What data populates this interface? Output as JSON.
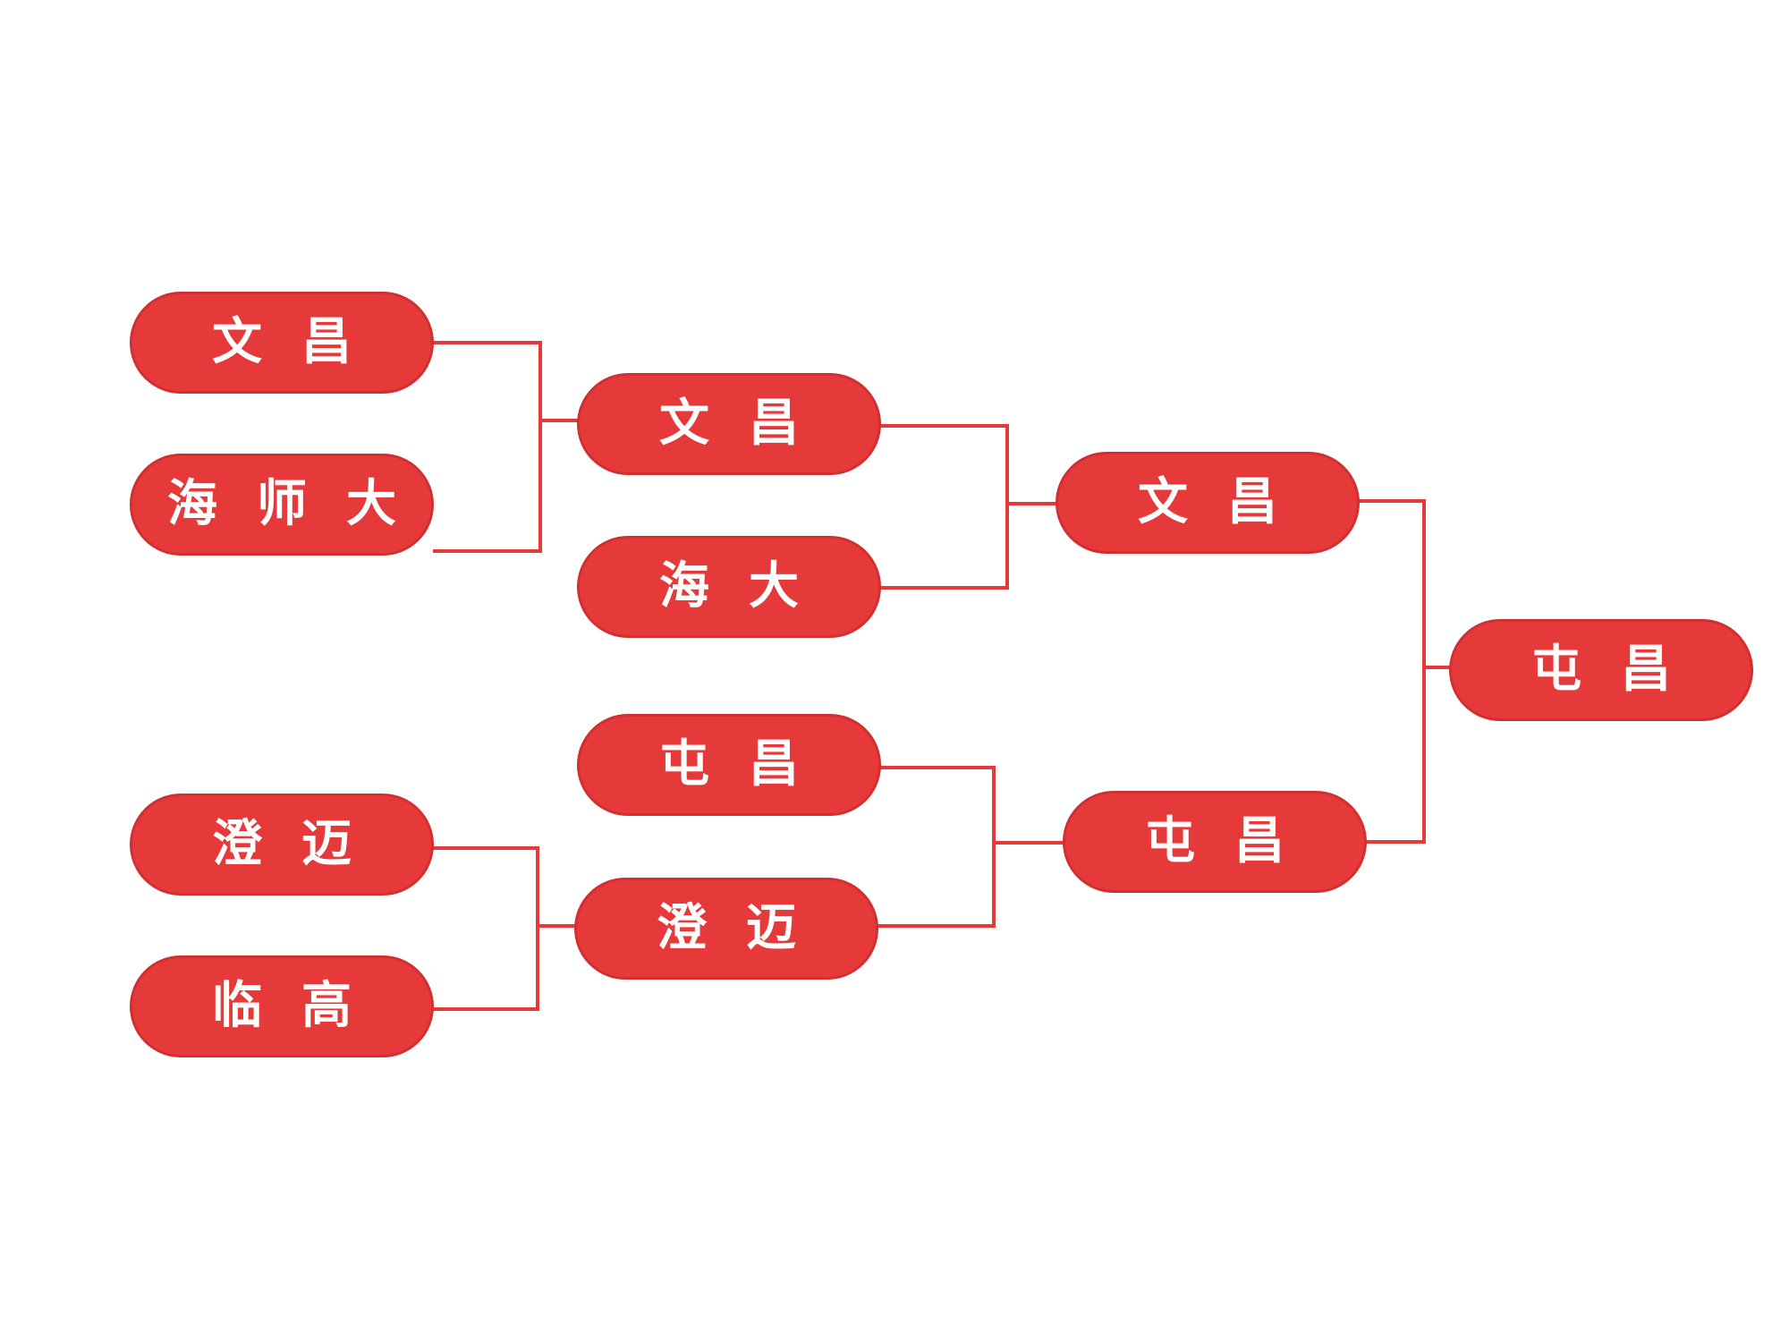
{
  "colors": {
    "pill_fill": "#e6393a",
    "line": "#e6393a",
    "text": "#ffffff",
    "background": "#ffffff"
  },
  "round1": [
    {
      "label": "文昌"
    },
    {
      "label": "海师大"
    },
    {
      "label": "澄迈"
    },
    {
      "label": "临高"
    }
  ],
  "round2": [
    {
      "label": "文昌"
    },
    {
      "label": "海大"
    },
    {
      "label": "屯昌"
    },
    {
      "label": "澄迈"
    }
  ],
  "semifinal": [
    {
      "label": "文昌"
    },
    {
      "label": "屯昌"
    }
  ],
  "final": {
    "label": "屯昌"
  }
}
